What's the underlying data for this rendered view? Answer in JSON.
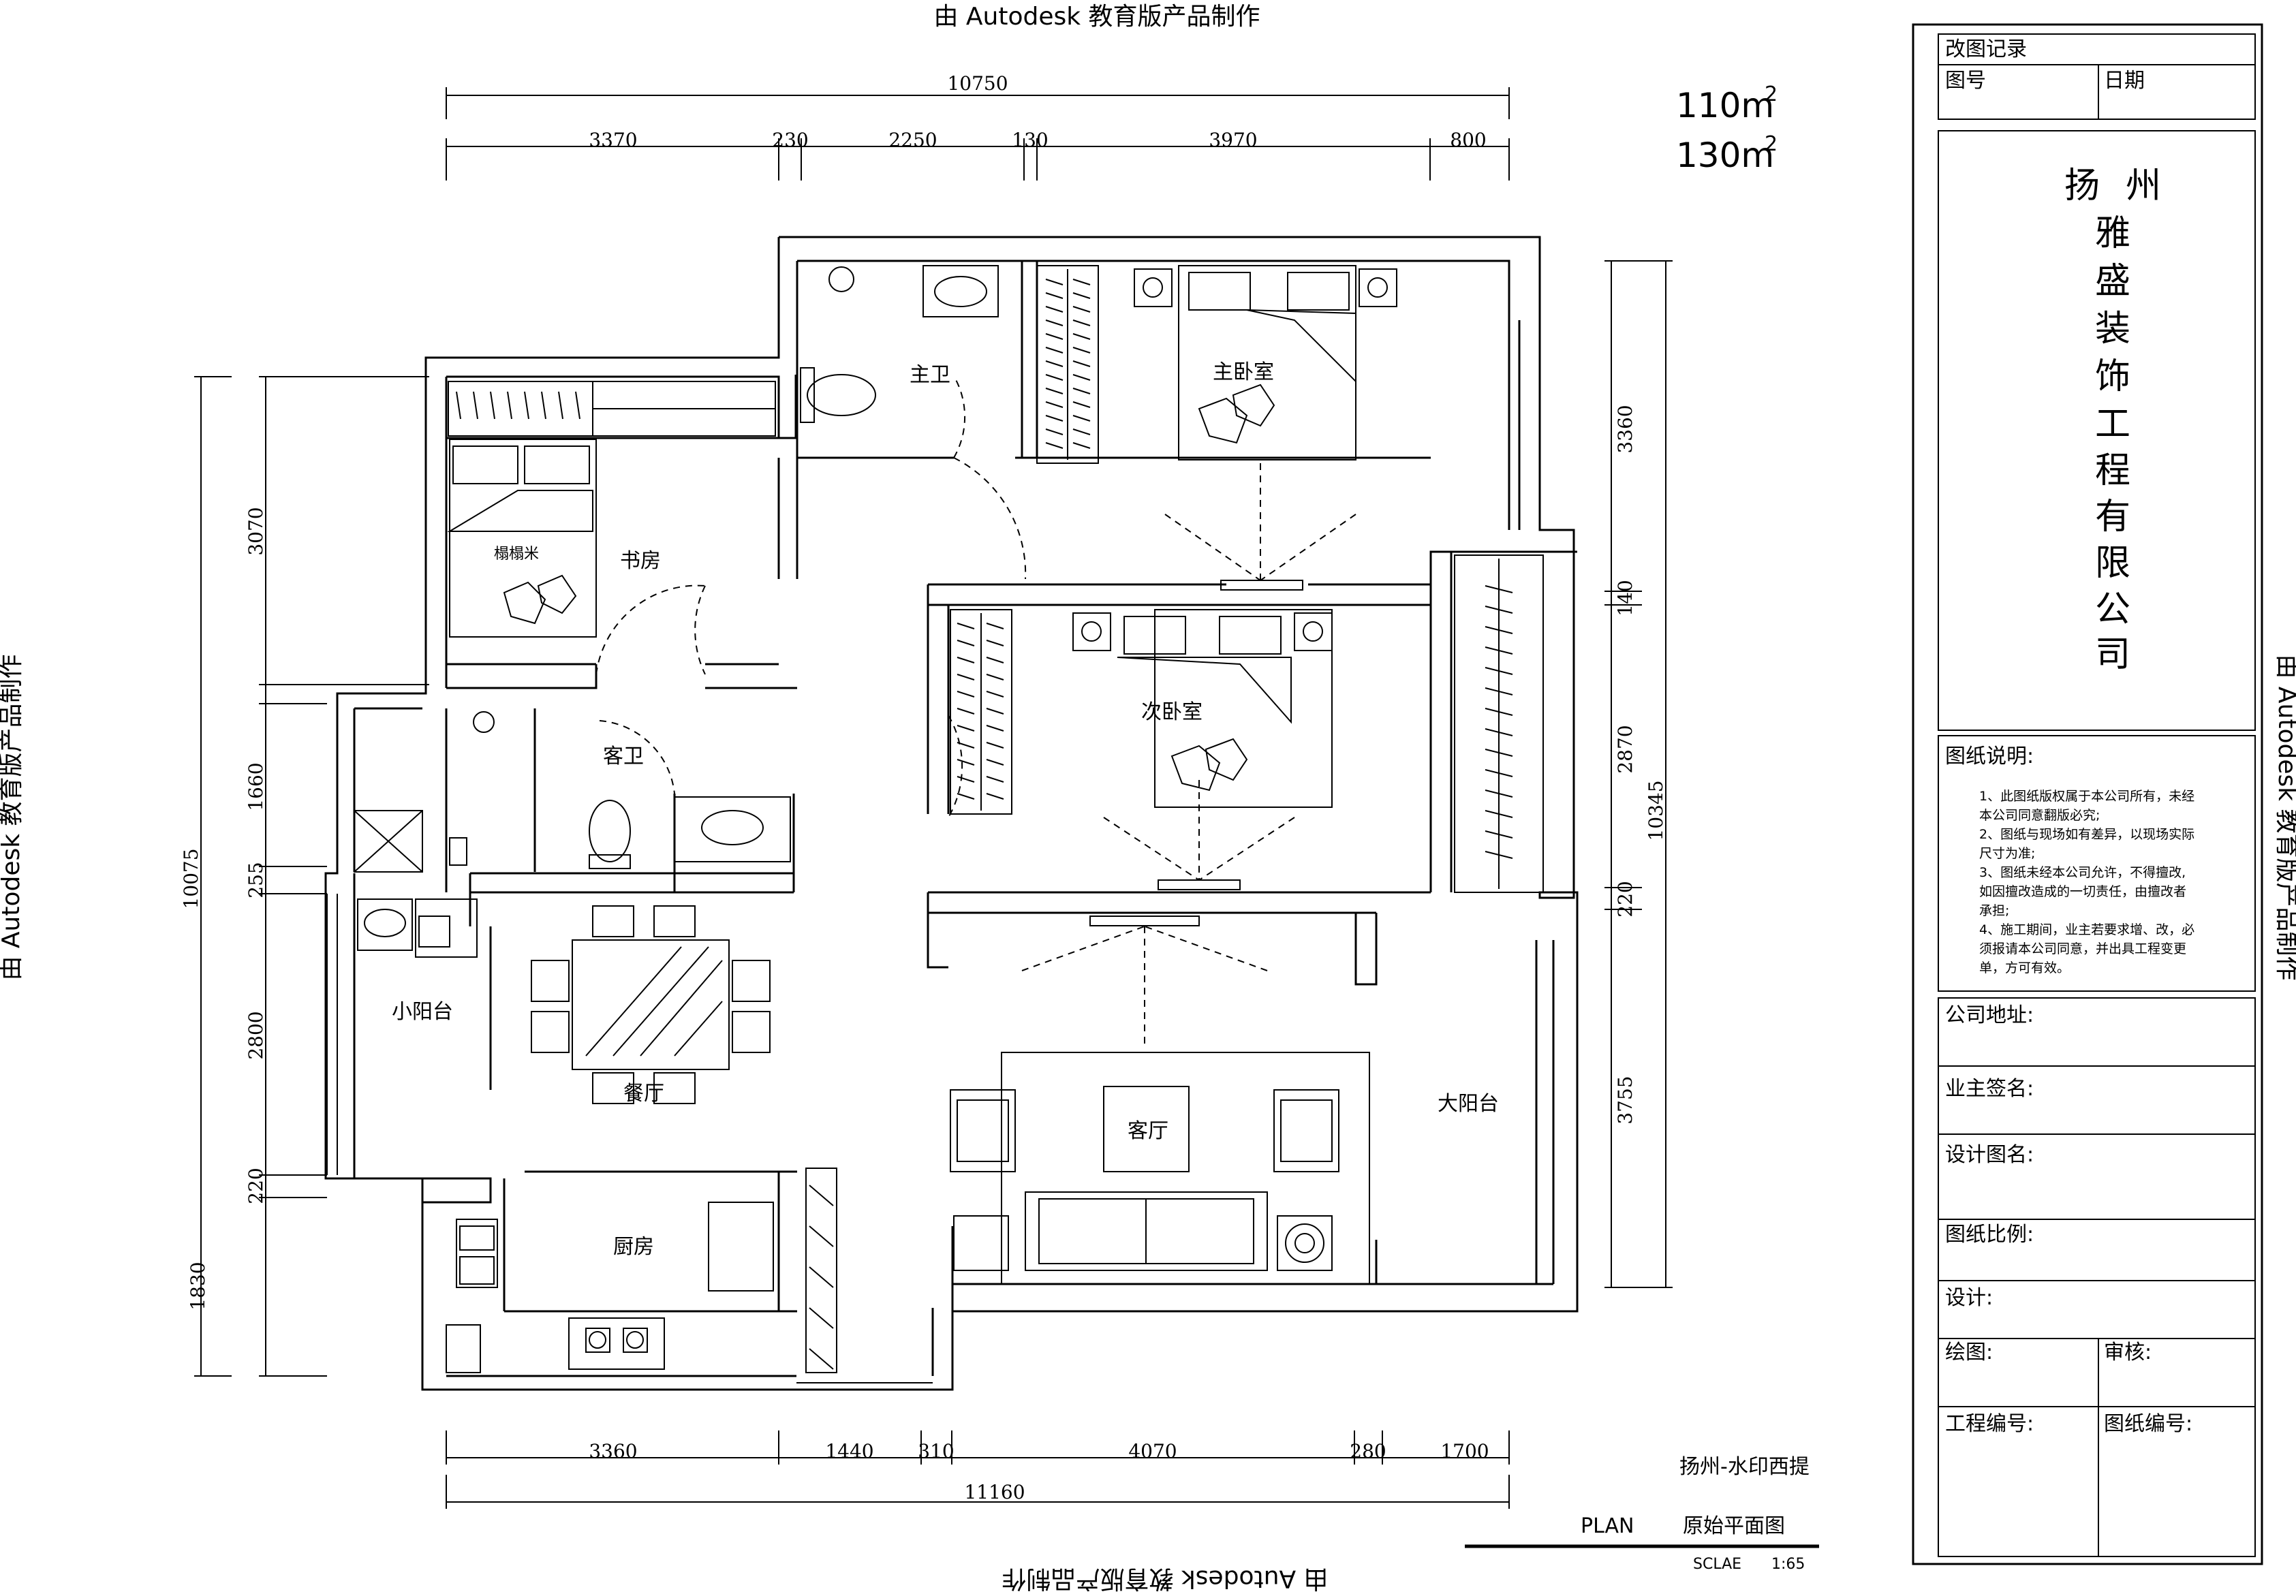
{
  "watermark": {
    "top": "由 Autodesk 教育版产品制作",
    "bottom": "由 Autodesk 教育版产品制作",
    "left": "由 Autodesk 教育版产品制作",
    "right": "由 Autodesk 教育版产品制作"
  },
  "area": {
    "line1": "110m",
    "line2": "130m",
    "sup": "2"
  },
  "dimensions": {
    "top_total": "10750",
    "top_segments": [
      "3370",
      "230",
      "2250",
      "130",
      "3970",
      "800"
    ],
    "bottom_segments": [
      "3360",
      "1440",
      "310",
      "4070",
      "280",
      "1700"
    ],
    "bottom_total": "11160",
    "left_segments": [
      "3070",
      "1660",
      "255",
      "2800",
      "220",
      "1830"
    ],
    "left_total": "10075",
    "right_segments": [
      "3360",
      "140",
      "2870",
      "220",
      "3755"
    ],
    "right_total": "10345"
  },
  "rooms": {
    "master_bath": "主卫",
    "master_bedroom": "主卧室",
    "study": "书房",
    "tatami": "榻榻米",
    "guest_bath": "客卫",
    "second_bedroom": "次卧室",
    "small_balcony": "小阳台",
    "dining": "餐厅",
    "living": "客厅",
    "big_balcony": "大阳台",
    "kitchen": "厨房"
  },
  "project": {
    "location": "扬州-水印西提",
    "plan_en": "PLAN",
    "plan_cn": "原始平面图",
    "scale_label": "SCLAE",
    "scale_value": "1:65"
  },
  "title_block": {
    "revision_header": "改图记录",
    "drawing_no": "图号",
    "date": "日期",
    "company_chars": [
      "扬",
      "州",
      "雅",
      "盛",
      "装",
      "饰",
      "工",
      "程",
      "有",
      "限",
      "公",
      "司"
    ],
    "notes_title": "图纸说明:",
    "notes": [
      "1、此图纸版权属于本公司所有，未经",
      "本公司同意翻版必究;",
      "2、图纸与现场如有差异，以现场实际",
      "尺寸为准;",
      "3、图纸未经本公司允许，不得擅改,",
      "如因擅改造成的一切责任，由擅改者",
      "承担;",
      "4、施工期间，业主若要求增、改，必",
      "须报请本公司同意，并出具工程变更",
      "单，方可有效。"
    ],
    "company_address": "公司地址:",
    "owner_signature": "业主签名:",
    "design_name": "设计图名:",
    "drawing_scale": "图纸比例:",
    "design": "设计:",
    "draft": "绘图:",
    "review": "审核:",
    "project_no": "工程编号:",
    "drawing_number": "图纸编号:"
  }
}
